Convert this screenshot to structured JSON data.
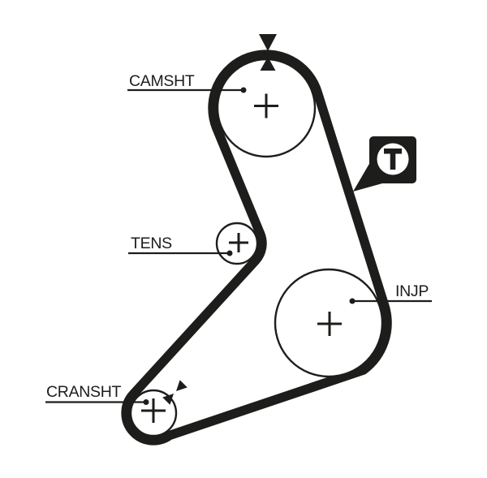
{
  "diagram": {
    "type": "timing-belt-routing",
    "background": "#ffffff",
    "line_color": "#1d1d1b",
    "pulleys": [
      {
        "id": "camshaft",
        "label": "CAMSHT"
      },
      {
        "id": "tensioner",
        "label": "TENS"
      },
      {
        "id": "injection-pump",
        "label": "INJP"
      },
      {
        "id": "crankshaft",
        "label": "CRANSHT"
      }
    ],
    "badge": {
      "letter": "T",
      "shape": "square-speech-bubble"
    },
    "timing_marks": {
      "camshaft": "opposed-triangles-vertical",
      "crankshaft": "opposed-triangles-diagonal"
    }
  }
}
